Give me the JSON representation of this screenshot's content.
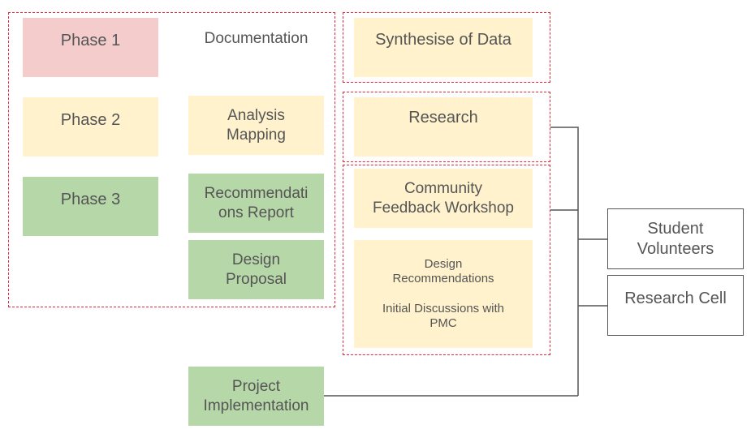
{
  "phases": {
    "phase1": "Phase 1",
    "phase2": "Phase 2",
    "phase3": "Phase 3"
  },
  "documentation": {
    "heading": "Documentation",
    "analysis_mapping": "Analysis\nMapping",
    "recommendations_report": "Recommendati\nons Report",
    "design_proposal": "Design\nProposal"
  },
  "right_column": {
    "synthesise": "Synthesise of Data",
    "research": "Research",
    "community_workshop": "Community\nFeedback Workshop",
    "design_recommendations": "Design\nRecommendations\n\nInitial Discussions with\nPMC"
  },
  "project_implementation": "Project\nImplementation",
  "stakeholders": {
    "student_volunteers": "Student\nVolunteers",
    "research_cell": "Research Cell"
  },
  "colors": {
    "phase1_fill": "#f4cccc",
    "phase2_fill": "#fff2cc",
    "phase3_fill": "#b6d7a8",
    "group_border": "#e8263a",
    "connector": "#555555"
  }
}
